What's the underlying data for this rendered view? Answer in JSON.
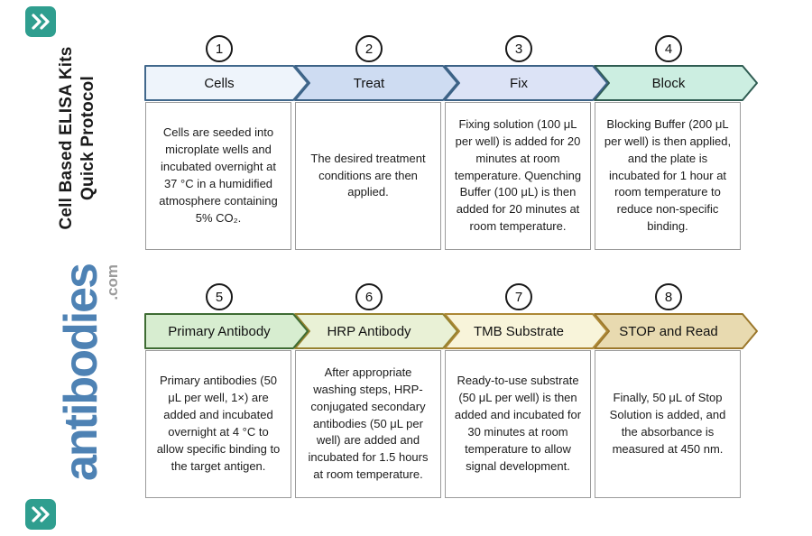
{
  "brand": {
    "title_line1": "Cell Based ELISA Kits",
    "title_line2": "Quick Protocol",
    "logo_text": "antibodies",
    "logo_suffix": ".com",
    "logo_color": "#4e82b4",
    "logo_suffix_color": "#9b9b9b",
    "mark_icon": "double-chevron-right-icon",
    "mark_color": "#2f9e8f"
  },
  "steps": [
    {
      "number": "1",
      "label": "Cells",
      "fill": "#eef4fb",
      "border": "#41688c",
      "description": "Cells are seeded into microplate wells and incubated overnight at 37 °C in a humidified atmosphere containing 5% CO₂."
    },
    {
      "number": "2",
      "label": "Treat",
      "fill": "#cedcf2",
      "border": "#3c6286",
      "description": "The desired treatment conditions are then applied."
    },
    {
      "number": "3",
      "label": "Fix",
      "fill": "#dce3f6",
      "border": "#3c6286",
      "description": "Fixing solution (100 μL per well) is added for 20 minutes at room temperature. Quenching Buffer (100 μL) is then added for 20 minutes at room temperature."
    },
    {
      "number": "4",
      "label": "Block",
      "fill": "#cceee1",
      "border": "#2f5c52",
      "description": "Blocking Buffer (200 μL per well) is then applied, and the plate is incubated for 1 hour at room temperature to reduce non-specific binding."
    },
    {
      "number": "5",
      "label": "Primary Antibody",
      "fill": "#d7edd0",
      "border": "#3e6c33",
      "description": "Primary antibodies (50 μL per well, 1×) are added and incubated overnight at 4 °C to allow specific binding to the target antigen."
    },
    {
      "number": "6",
      "label": "HRP Antibody",
      "fill": "#e9f1d6",
      "border": "#96822f",
      "description": "After appropriate washing steps, HRP-conjugated secondary antibodies (50 μL per well) are added and incubated for 1.5 hours at room temperature."
    },
    {
      "number": "7",
      "label": "TMB Substrate",
      "fill": "#f8f4da",
      "border": "#ad8836",
      "description": "Ready-to-use substrate (50 μL per well) is then added and incubated for 30 minutes at room temperature to allow signal development."
    },
    {
      "number": "8",
      "label": "STOP and Read",
      "fill": "#e8dab0",
      "border": "#9b772b",
      "description": "Finally, 50 μL of Stop Solution is added, and the absorbance is measured at 450 nm."
    }
  ]
}
